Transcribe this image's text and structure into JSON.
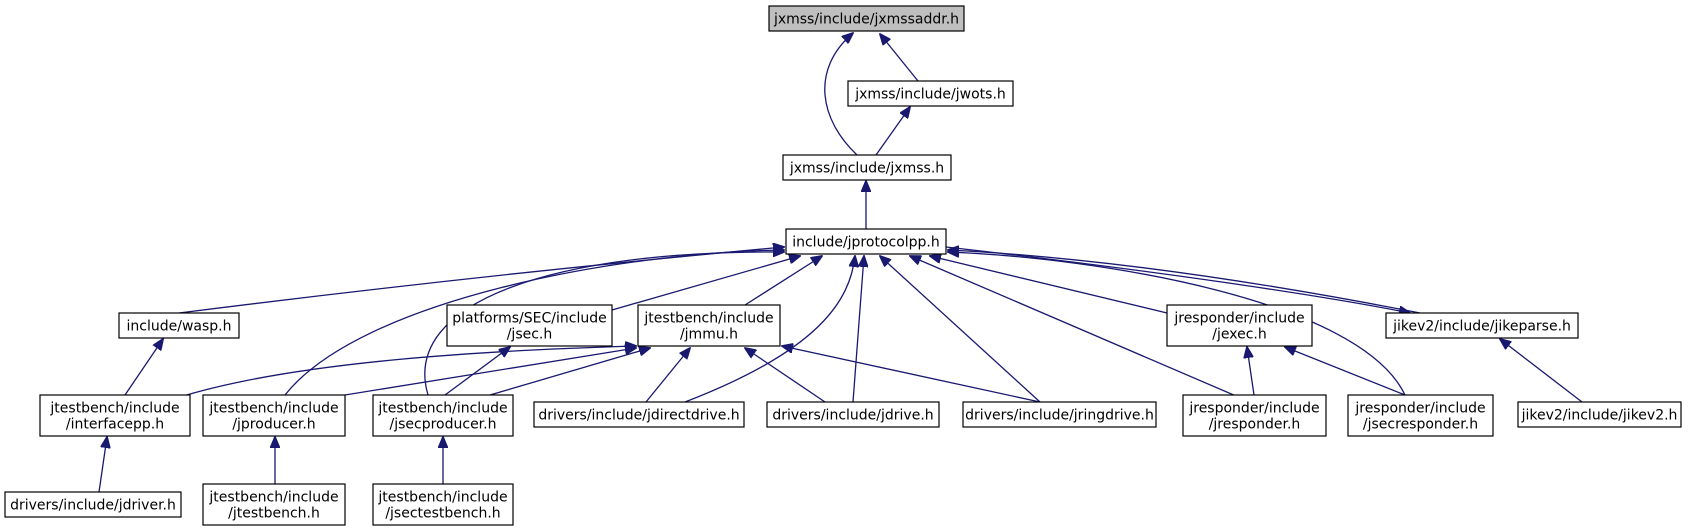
{
  "nodes": {
    "jxmssaddr": {
      "lines": [
        "jxmss/include/jxmssaddr.h"
      ],
      "root": true
    },
    "jwots": {
      "lines": [
        "jxmss/include/jwots.h"
      ]
    },
    "jxmss": {
      "lines": [
        "jxmss/include/jxmss.h"
      ]
    },
    "jprotocolpp": {
      "lines": [
        "include/jprotocolpp.h"
      ]
    },
    "wasp": {
      "lines": [
        "include/wasp.h"
      ]
    },
    "jsec": {
      "lines": [
        "platforms/SEC/include",
        "/jsec.h"
      ]
    },
    "jmmu": {
      "lines": [
        "jtestbench/include",
        "/jmmu.h"
      ]
    },
    "jexec": {
      "lines": [
        "jresponder/include",
        "/jexec.h"
      ]
    },
    "jikeparse": {
      "lines": [
        "jikev2/include/jikeparse.h"
      ]
    },
    "interfacepp": {
      "lines": [
        "jtestbench/include",
        "/interfacepp.h"
      ]
    },
    "jproducer": {
      "lines": [
        "jtestbench/include",
        "/jproducer.h"
      ]
    },
    "jsecproducer": {
      "lines": [
        "jtestbench/include",
        "/jsecproducer.h"
      ]
    },
    "jdirectdrive": {
      "lines": [
        "drivers/include/jdirectdrive.h"
      ]
    },
    "jdrive": {
      "lines": [
        "drivers/include/jdrive.h"
      ]
    },
    "jringdrive": {
      "lines": [
        "drivers/include/jringdrive.h"
      ]
    },
    "jresponder": {
      "lines": [
        "jresponder/include",
        "/jresponder.h"
      ]
    },
    "jsecresponder": {
      "lines": [
        "jresponder/include",
        "/jsecresponder.h"
      ]
    },
    "jikev2": {
      "lines": [
        "jikev2/include/jikev2.h"
      ]
    },
    "jdriver": {
      "lines": [
        "drivers/include/jdriver.h"
      ]
    },
    "jtestbench": {
      "lines": [
        "jtestbench/include",
        "/jtestbench.h"
      ]
    },
    "jsectestbench": {
      "lines": [
        "jtestbench/include",
        "/jsectestbench.h"
      ]
    }
  },
  "edges": [
    {
      "from": "jwots",
      "to": "jxmssaddr"
    },
    {
      "from": "jxmss",
      "to": "jxmssaddr"
    },
    {
      "from": "jxmss",
      "to": "jwots"
    },
    {
      "from": "jprotocolpp",
      "to": "jxmss"
    },
    {
      "from": "wasp",
      "to": "jprotocolpp"
    },
    {
      "from": "jsec",
      "to": "jprotocolpp"
    },
    {
      "from": "jmmu",
      "to": "jprotocolpp"
    },
    {
      "from": "jexec",
      "to": "jprotocolpp"
    },
    {
      "from": "jikeparse",
      "to": "jprotocolpp"
    },
    {
      "from": "jproducer",
      "to": "jprotocolpp"
    },
    {
      "from": "jsecproducer",
      "to": "jprotocolpp"
    },
    {
      "from": "jdirectdrive",
      "to": "jprotocolpp"
    },
    {
      "from": "jdrive",
      "to": "jprotocolpp"
    },
    {
      "from": "jringdrive",
      "to": "jprotocolpp"
    },
    {
      "from": "jresponder",
      "to": "jprotocolpp"
    },
    {
      "from": "jsecresponder",
      "to": "jprotocolpp"
    },
    {
      "from": "jprotocolpp",
      "to": "jikeparse"
    },
    {
      "from": "interfacepp",
      "to": "wasp"
    },
    {
      "from": "jsecproducer",
      "to": "jsec"
    },
    {
      "from": "interfacepp",
      "to": "jmmu"
    },
    {
      "from": "jproducer",
      "to": "jmmu"
    },
    {
      "from": "jsecproducer",
      "to": "jmmu"
    },
    {
      "from": "jdirectdrive",
      "to": "jmmu"
    },
    {
      "from": "jdrive",
      "to": "jmmu"
    },
    {
      "from": "jringdrive",
      "to": "jmmu"
    },
    {
      "from": "jresponder",
      "to": "jexec"
    },
    {
      "from": "jsecresponder",
      "to": "jexec"
    },
    {
      "from": "jikev2",
      "to": "jikeparse"
    },
    {
      "from": "jdriver",
      "to": "interfacepp"
    },
    {
      "from": "jtestbench",
      "to": "jproducer"
    },
    {
      "from": "jsectestbench",
      "to": "jsecproducer"
    }
  ]
}
